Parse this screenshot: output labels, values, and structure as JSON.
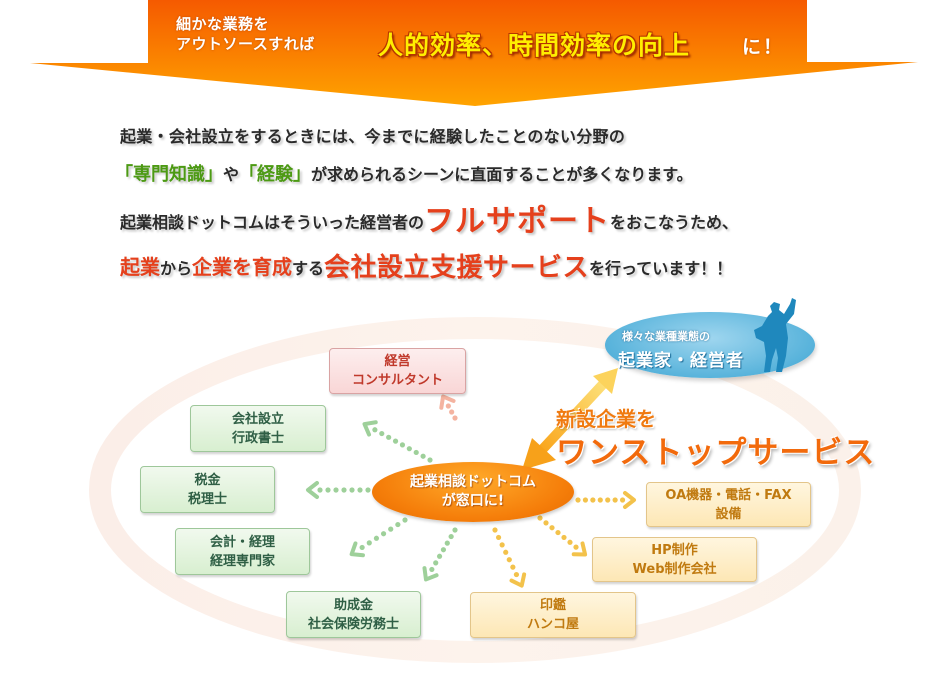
{
  "banner": {
    "sub_line1": "細かな業務を",
    "sub_line2": "アウトソースすれば",
    "highlight": "人的効率、時間効率の向上",
    "suffix": "に！",
    "colors": {
      "top": "#f55a00",
      "bottom": "#ffa800",
      "highlight": "#ffee00"
    }
  },
  "intro": {
    "line1": "起業・会社設立をするときには、今までに経験したことのない分野の",
    "line2": {
      "q1": "「専門知識」",
      "mid": "や",
      "q2": "「経験」",
      "rest": "が求められるシーンに直面することが多くなります。"
    },
    "line3": {
      "pre": "起業相談ドットコムはそういった経営者の",
      "emph": "フルサポート",
      "post": "をおこなうため、"
    },
    "line4": {
      "a": "起業",
      "b": "から",
      "c": "企業を育成",
      "d": "する",
      "e": "会社設立支援サービス",
      "f": "を行っています！！"
    }
  },
  "diagram": {
    "entrepreneur": {
      "small": "様々な業種業態の",
      "big": "起業家・経営者"
    },
    "onestop": {
      "line1": "新設企業を",
      "line2": "ワンストップサービス"
    },
    "hub": {
      "line1": "起業相談ドットコム",
      "line2": "が窓口に!"
    },
    "partners": [
      {
        "id": "consultant",
        "line1": "経営",
        "line2": "コンサルタント",
        "color": "red"
      },
      {
        "id": "gyosei",
        "line1": "会社設立",
        "line2": "行政書士",
        "color": "green"
      },
      {
        "id": "zeirishi",
        "line1": "税金",
        "line2": "税理士",
        "color": "green"
      },
      {
        "id": "keiri",
        "line1": "会計・経理",
        "line2": "経理専門家",
        "color": "green"
      },
      {
        "id": "sharoushi",
        "line1": "助成金",
        "line2": "社会保険労務士",
        "color": "green"
      },
      {
        "id": "hanko",
        "line1": "印鑑",
        "line2": "ハンコ屋",
        "color": "yellow"
      },
      {
        "id": "web",
        "line1": "HP制作",
        "line2": "Web制作会社",
        "color": "yellow"
      },
      {
        "id": "oa",
        "line1": "OA機器・電話・FAX",
        "line2": "設備",
        "color": "yellow"
      }
    ],
    "colors": {
      "red_dots": "#f4b3a0",
      "green_dots": "#9ed09a",
      "yellow_dots": "#f3c24b",
      "hub": "#f57e0a",
      "entrepreneur": "#58b3db"
    }
  }
}
